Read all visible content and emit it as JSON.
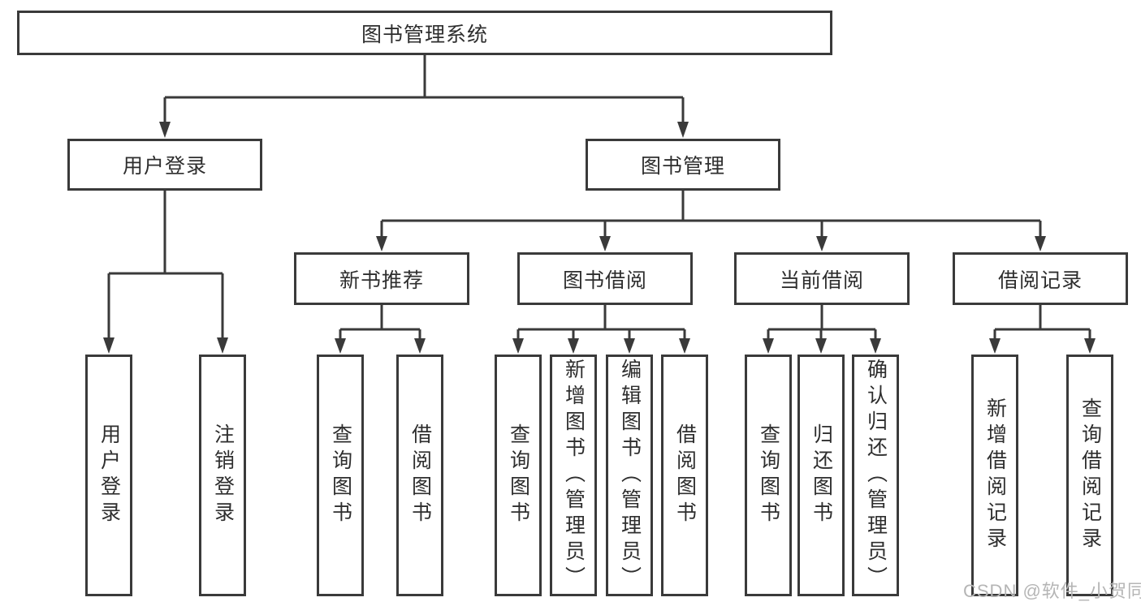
{
  "tree": {
    "label": "图书管理系统",
    "children": [
      {
        "label": "用户登录",
        "children": [
          {
            "label": "用户登录"
          },
          {
            "label": "注销登录"
          }
        ]
      },
      {
        "label": "图书管理",
        "children": [
          {
            "label": "新书推荐",
            "children": [
              {
                "label": "查询图书"
              },
              {
                "label": "借阅图书"
              }
            ]
          },
          {
            "label": "图书借阅",
            "children": [
              {
                "label": "查询图书"
              },
              {
                "label": "新增图书（管理员）"
              },
              {
                "label": "编辑图书（管理员）"
              },
              {
                "label": "借阅图书"
              }
            ]
          },
          {
            "label": "当前借阅",
            "children": [
              {
                "label": "查询图书"
              },
              {
                "label": "归还图书"
              },
              {
                "label": "确认归还（管理员）"
              }
            ]
          },
          {
            "label": "借阅记录",
            "children": [
              {
                "label": "新增借阅记录"
              },
              {
                "label": "查询借阅记录"
              }
            ]
          }
        ]
      }
    ]
  },
  "watermark": "CSDN @软件_小贺同学",
  "colors": {
    "line": "#3a3a3a",
    "box_border": "#3a3a3a",
    "box_background": "#ffffff",
    "text": "#2e2e2e",
    "watermark": "#b5b5b5"
  }
}
